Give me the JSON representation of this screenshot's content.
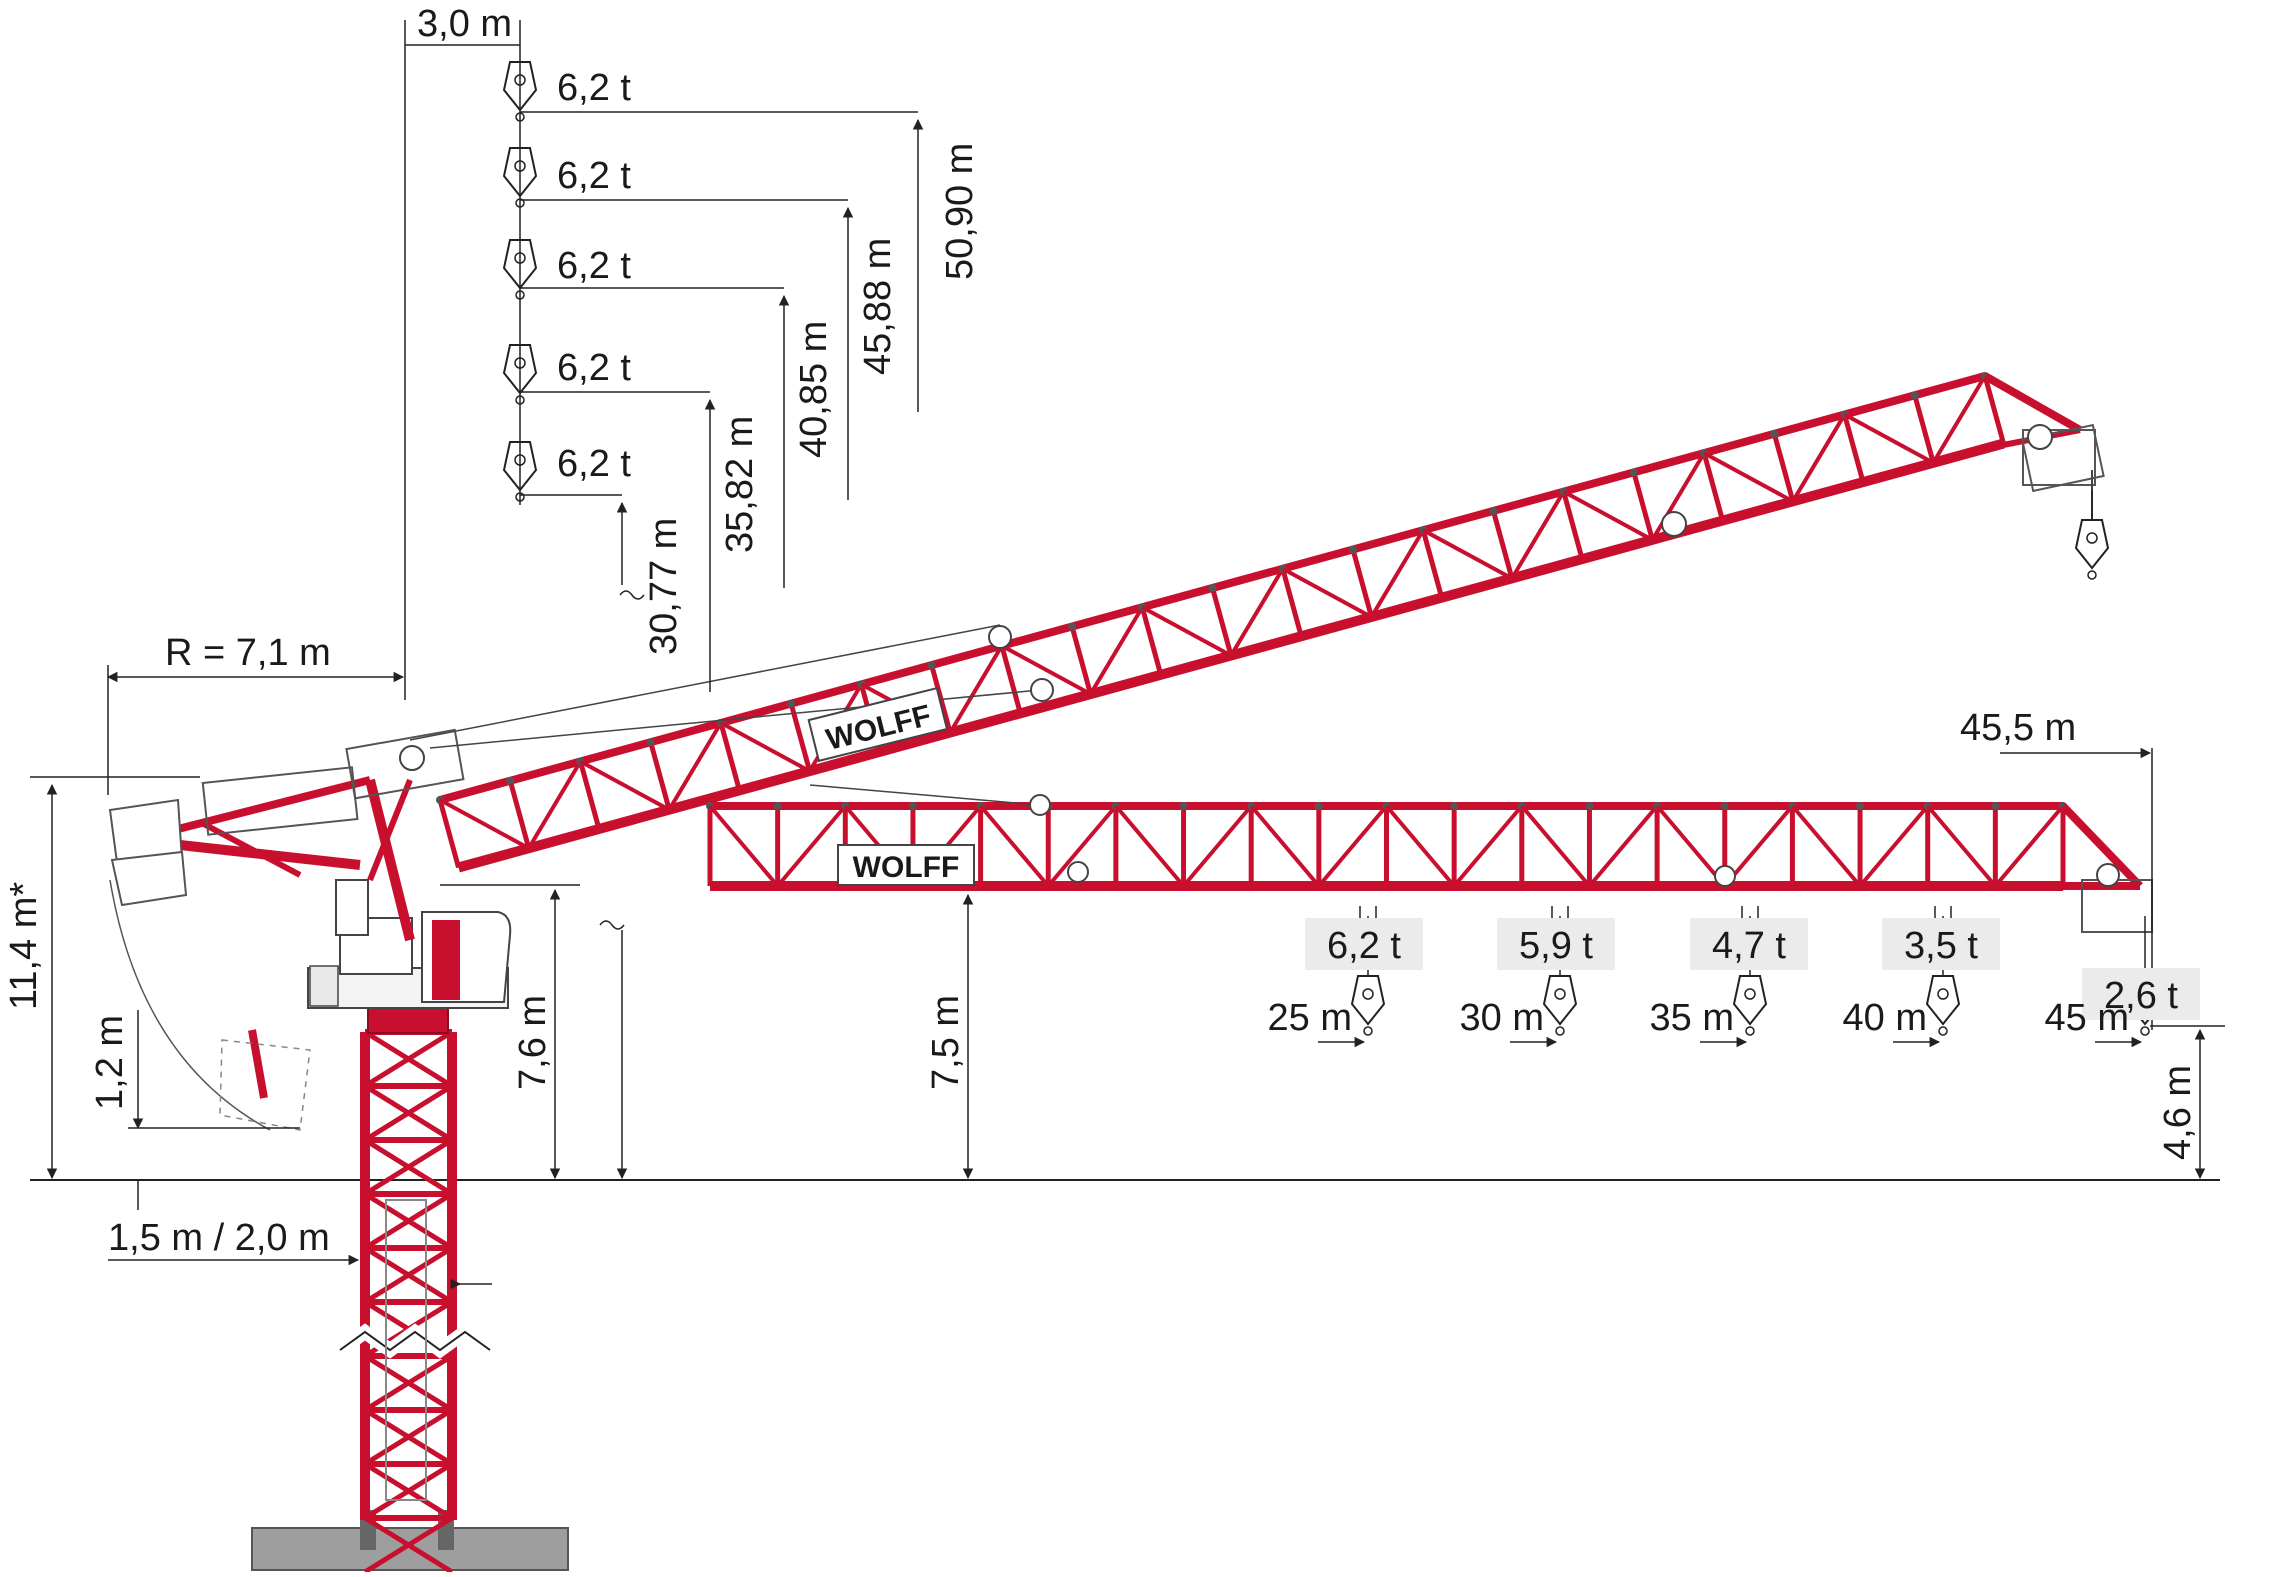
{
  "dimensions": {
    "hook_offset": "3,0 m",
    "counter_radius": "R = 7,1 m",
    "total_height": "11,4 m*",
    "base_height": "1,2 m",
    "tower_width": "1,5 m / 2,0 m",
    "raised_pivot_height": "7,6 m",
    "horizontal_jib_height": "7,5 m",
    "jib_length": "45,5 m",
    "tip_height": "4,6 m"
  },
  "luffing_loads": [
    {
      "load": "6,2 t",
      "height": "50,90 m"
    },
    {
      "load": "6,2 t",
      "height": "45,88 m"
    },
    {
      "load": "6,2 t",
      "height": "40,85 m"
    },
    {
      "load": "6,2 t",
      "height": "35,82 m"
    },
    {
      "load": "6,2 t",
      "height": "30,77 m"
    }
  ],
  "jib_loads": [
    {
      "load": "6,2 t",
      "radius": "25 m"
    },
    {
      "load": "5,9 t",
      "radius": "30 m"
    },
    {
      "load": "4,7 t",
      "radius": "35 m"
    },
    {
      "load": "3,5 t",
      "radius": "40 m"
    },
    {
      "load": "2,6 t",
      "radius": "45 m"
    }
  ],
  "brand": "WOLFF",
  "colors": {
    "steel": "#c8102e",
    "steel_dark": "#8a0c1f",
    "line": "#222222",
    "label_bg": "#ebebeb",
    "ground": "#9e9e9e"
  }
}
